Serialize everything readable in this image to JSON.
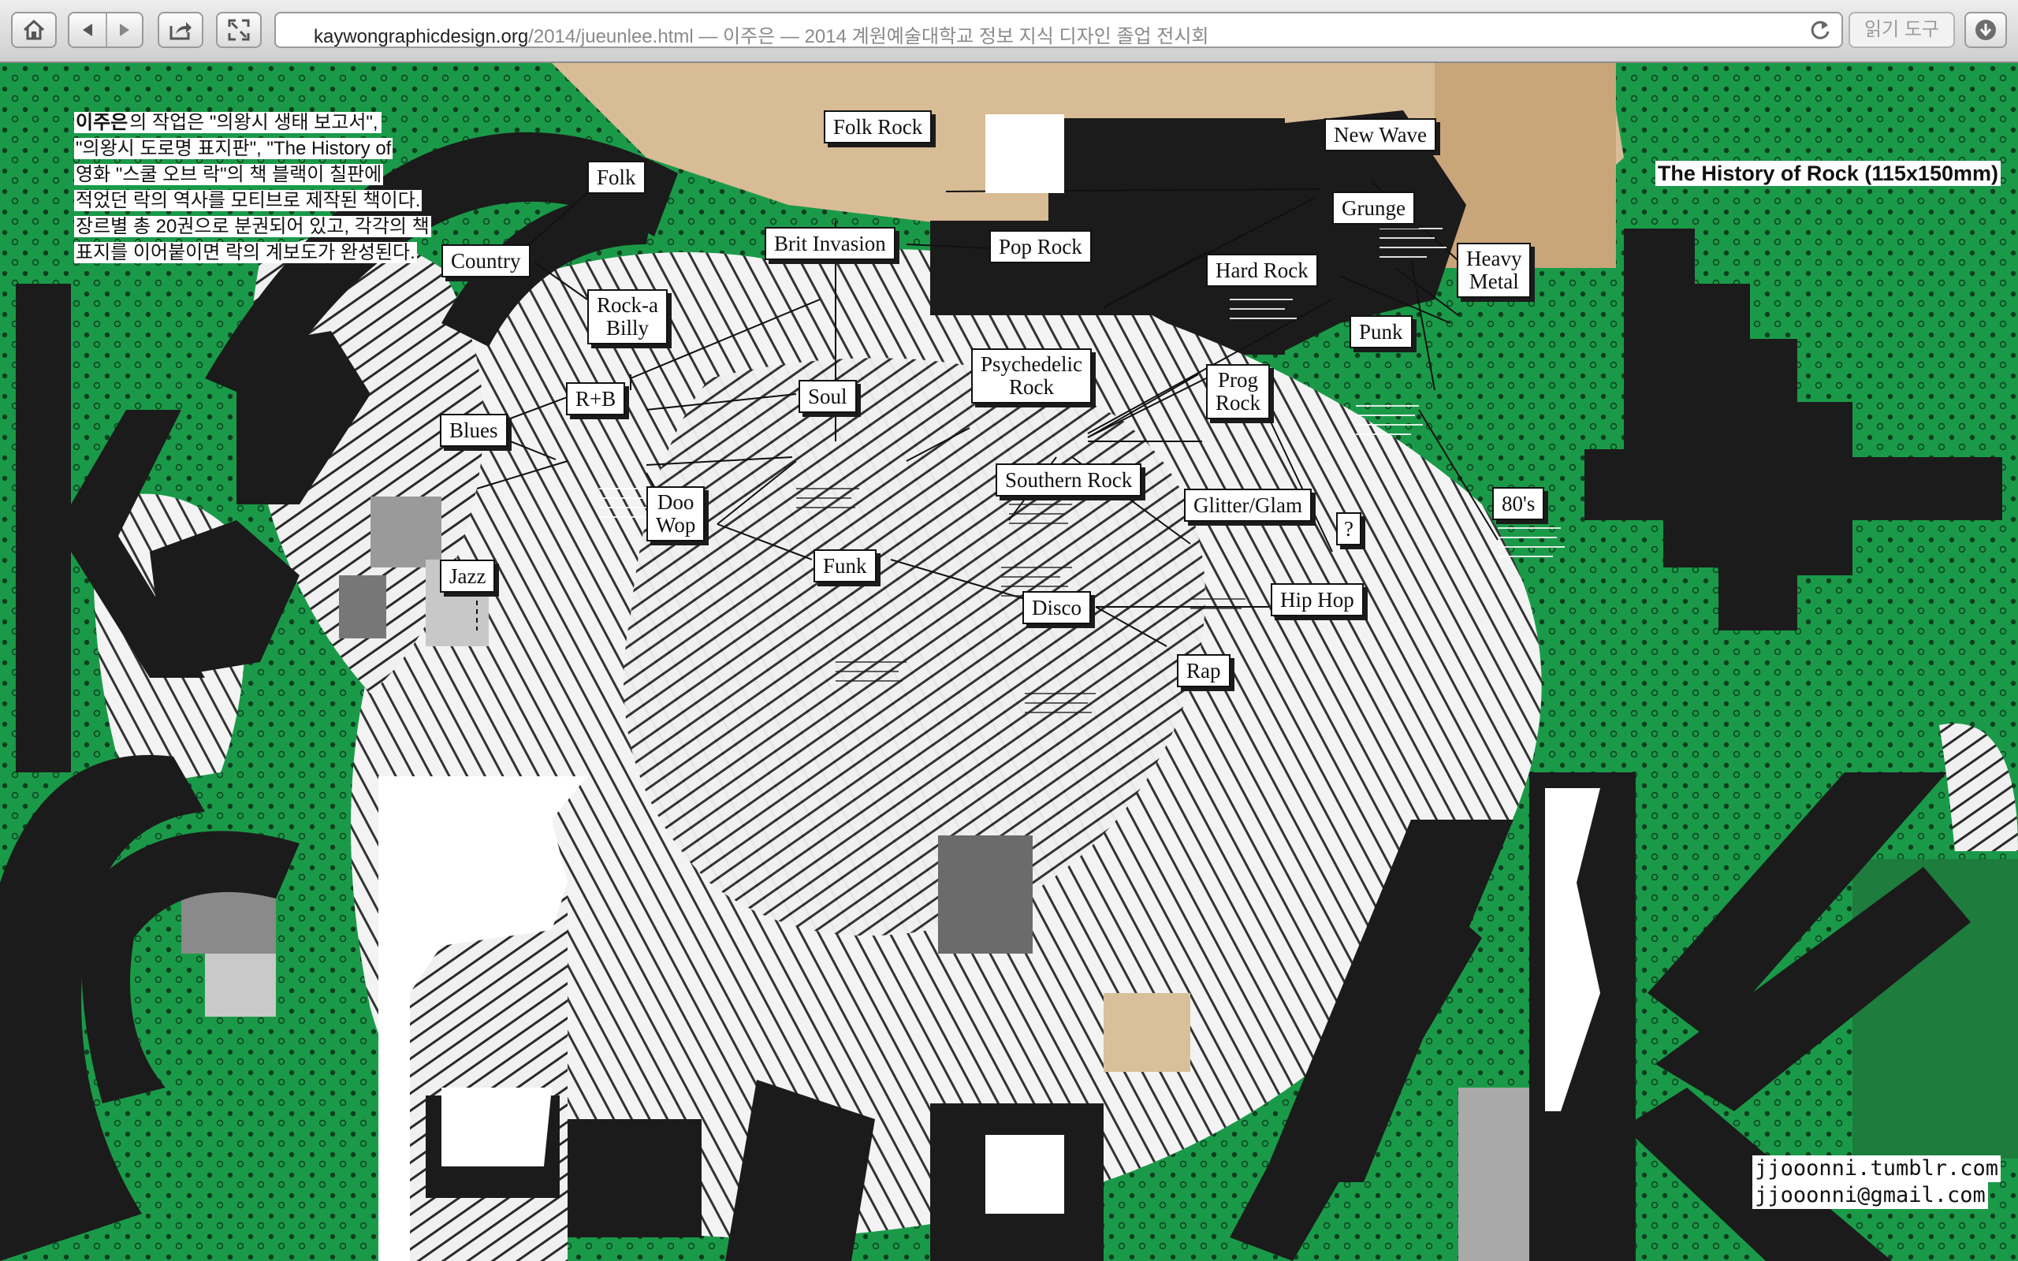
{
  "browser": {
    "url_host": "kaywongraphicdesign.org",
    "url_path": "/2014/jueunlee.html",
    "url_suffix": " — 이주은 — 2014 계원예술대학교 정보 지식 디자인 졸업 전시회",
    "reader_label": "읽기 도구",
    "icons": [
      "home-icon",
      "back-icon",
      "forward-icon",
      "share-icon",
      "fullscreen-icon",
      "reload-icon",
      "download-icon"
    ]
  },
  "description": {
    "name": "이주은",
    "lines": [
      "의 작업은 \"의왕시 생태 보고서\",",
      "\"의왕시 도로명 표지판\", \"The History of",
      "영화 \"스쿨 오브 락\"의 책 블랙이 칠판에",
      "적었던 락의 역사를 모티브로 제작된 책이다.",
      "장르별 총 20권으로 분권되어 있고, 각각의 책",
      "표지를 이어붙이면 락의 계보도가 완성된다."
    ]
  },
  "title": "The History of Rock (115x150mm)",
  "contact": {
    "tumblr": "jjooonni.tumblr.com",
    "email": "jjooonni@gmail.com"
  },
  "genres": {
    "folk_rock": "Folk Rock",
    "new_wave": "New Wave",
    "folk": "Folk",
    "grunge": "Grunge",
    "brit_invasion": "Brit Invasion",
    "pop_rock": "Pop Rock",
    "hard_rock": "Hard Rock",
    "heavy_metal_1": "Heavy",
    "heavy_metal_2": "Metal",
    "country": "Country",
    "rockabilly_1": "Rock-a",
    "rockabilly_2": "Billy",
    "punk": "Punk",
    "psychedelic_1": "Psychedelic",
    "psychedelic_2": "Rock",
    "rnb": "R+B",
    "soul": "Soul",
    "prog_1": "Prog",
    "prog_2": "Rock",
    "blues": "Blues",
    "southern_rock": "Southern Rock",
    "doo_wop_1": "Doo",
    "doo_wop_2": "Wop",
    "glitter_glam": "Glitter/Glam",
    "question": "?",
    "eighties": "80's",
    "funk": "Funk",
    "jazz": "Jazz",
    "disco": "Disco",
    "hip_hop": "Hip Hop",
    "rap": "Rap"
  },
  "colors": {
    "background_green": "#1a9a48",
    "ink": "#111111",
    "paper": "#ffffff"
  }
}
